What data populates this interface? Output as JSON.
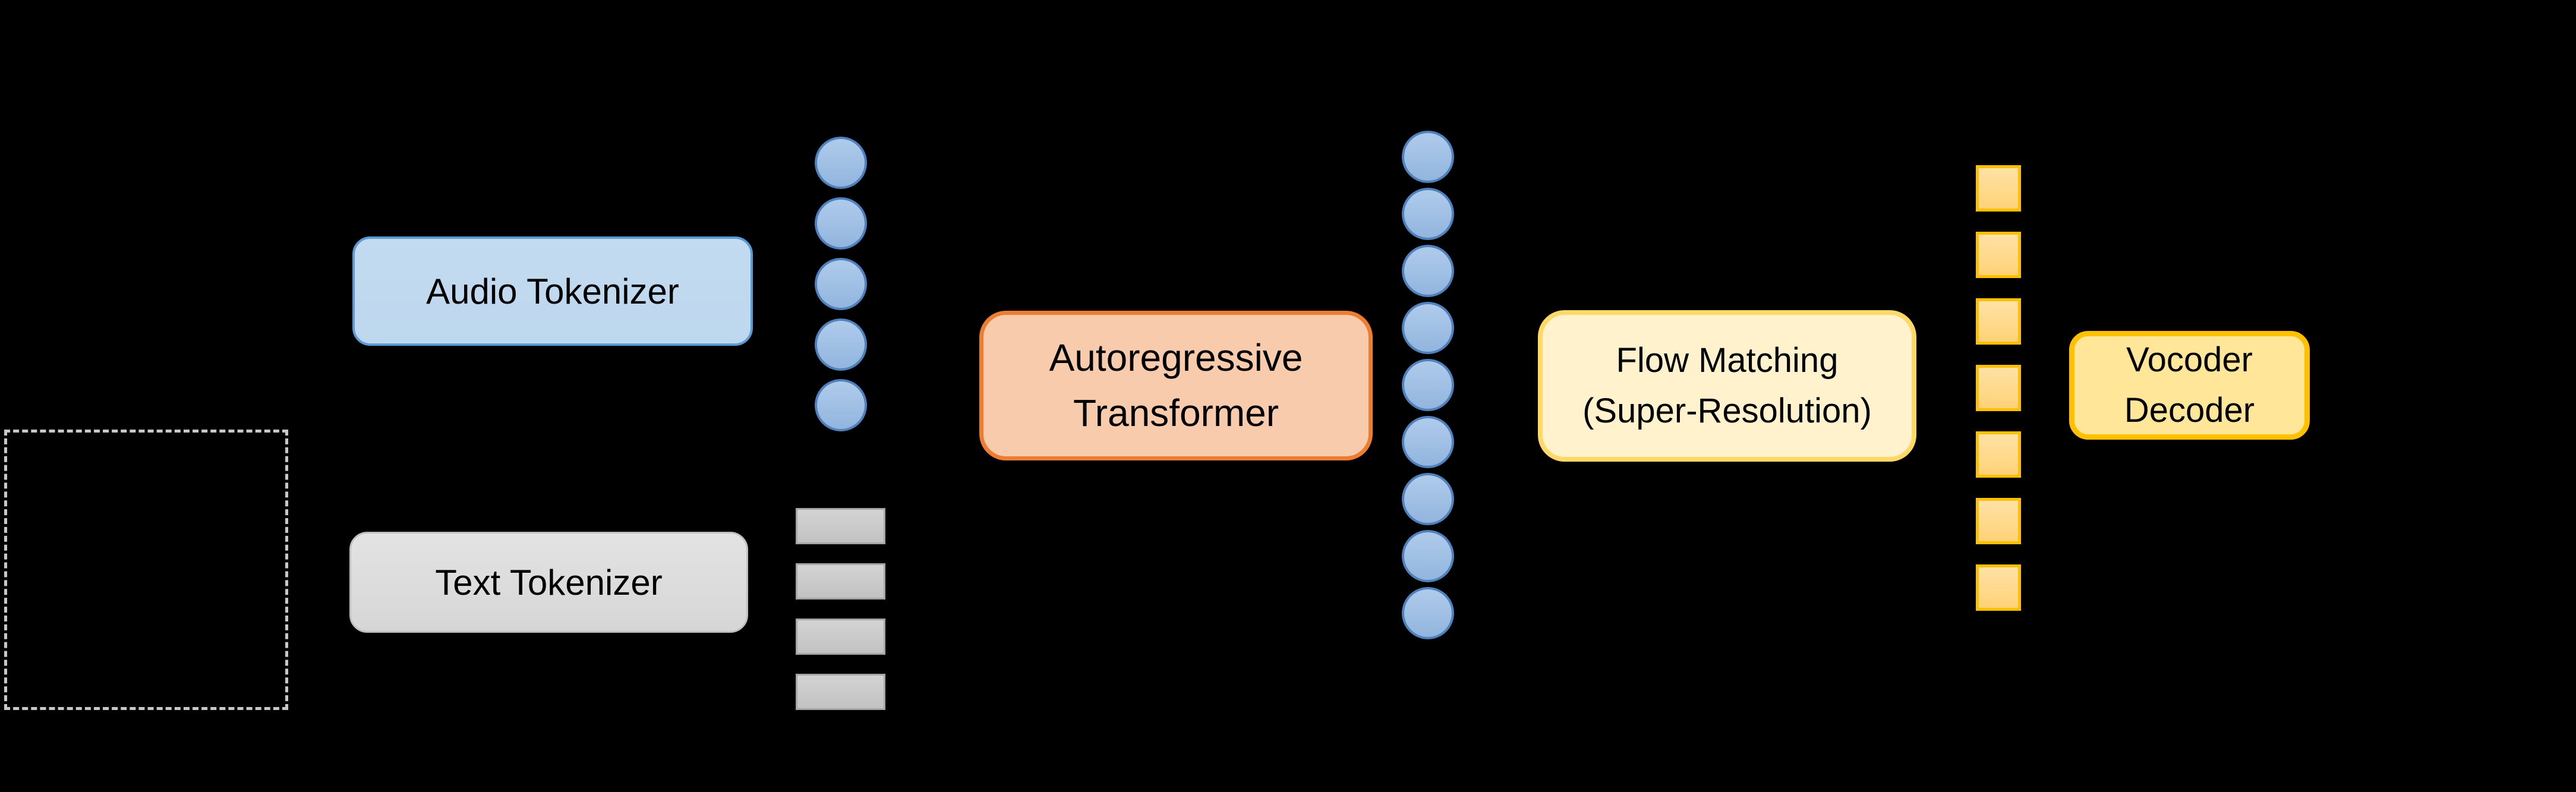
{
  "canvas": {
    "background_color": "#000000"
  },
  "input_placeholder": {
    "border_color": "#C8C8C8",
    "border_style": "dashed"
  },
  "nodes": {
    "audio_tokenizer": {
      "label": "Audio Tokenizer",
      "fill": "#BDD7EE",
      "border": "#5B9BD5"
    },
    "text_tokenizer": {
      "label": "Text Tokenizer",
      "fill": "#D9D9D9",
      "border": "#C0C0C0"
    },
    "ar_transformer": {
      "label": "Autoregressive\nTransformer",
      "fill": "#F8CBAD",
      "border": "#ED7D31"
    },
    "flow_matching": {
      "label": "Flow Matching\n(Super-Resolution)",
      "fill": "#FFF2CC",
      "border": "#FFD966"
    },
    "vocoder_decoder": {
      "label": "Vocoder\nDecoder",
      "fill": "#FFE699",
      "border": "#FFC000"
    }
  },
  "token_columns": [
    {
      "id": "audio-token-column",
      "token_name": "audio-token-circle",
      "shape": "circle",
      "count": 5,
      "fill_top": "#AFCBEB",
      "fill_bottom": "#92B5DE",
      "border": "#4F81BD"
    },
    {
      "id": "text-token-column",
      "token_name": "text-token-bar",
      "shape": "bar",
      "count": 4,
      "fill_top": "#D3D3D3",
      "fill_bottom": "#C2C2C2",
      "border": "#A6A6A6"
    },
    {
      "id": "generated-token-column",
      "token_name": "generated-audio-token-circle",
      "shape": "circle",
      "count": 9,
      "fill_top": "#AFCBEB",
      "fill_bottom": "#92B5DE",
      "border": "#4F81BD"
    },
    {
      "id": "upsampled-token-column",
      "token_name": "upsampled-token-square",
      "shape": "square",
      "count": 7,
      "fill_top": "#FFE2A6",
      "fill_bottom": "#FFD277",
      "border": "#FFC000"
    }
  ]
}
